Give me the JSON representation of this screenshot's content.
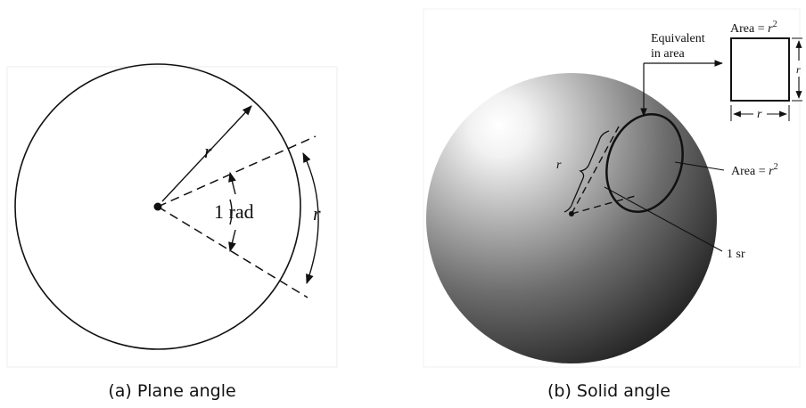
{
  "plane": {
    "radius_symbol": "r",
    "angle_label": "1 rad",
    "arc_symbol": "r",
    "caption": "(a) Plane angle"
  },
  "solid": {
    "radius_symbol": "r",
    "equivalent_line1": "Equivalent",
    "equivalent_line2": "in area",
    "square_area_prefix": "Area = ",
    "square_area_var": "r",
    "square_area_exp": "2",
    "square_side_symbol": "r",
    "square_height_symbol": "r",
    "patch_area_prefix": "Area = ",
    "patch_area_var": "r",
    "patch_area_exp": "2",
    "steradian_label": "1 sr",
    "caption": "(b) Solid angle"
  }
}
